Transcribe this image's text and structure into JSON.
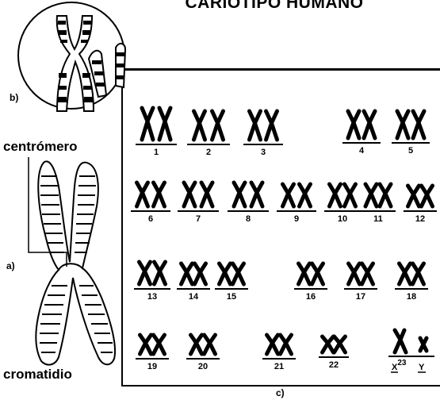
{
  "title": "CARIOTIPO HUMANO",
  "labels": {
    "centromere": "centrómero",
    "chromatid": "cromatidio",
    "a": "a)",
    "b": "b)",
    "c": "c)"
  },
  "karyotype": [
    {
      "label": "1"
    },
    {
      "label": "2"
    },
    {
      "label": "3"
    },
    {
      "label": "4"
    },
    {
      "label": "5"
    },
    {
      "label": "6"
    },
    {
      "label": "7"
    },
    {
      "label": "8"
    },
    {
      "label": "9"
    },
    {
      "label": "10"
    },
    {
      "label": "11"
    },
    {
      "label": "12"
    },
    {
      "label": "13"
    },
    {
      "label": "14"
    },
    {
      "label": "15"
    },
    {
      "label": "16"
    },
    {
      "label": "17"
    },
    {
      "label": "18"
    },
    {
      "label": "19"
    },
    {
      "label": "20"
    },
    {
      "label": "21"
    },
    {
      "label": "22"
    }
  ],
  "sex_chromosomes": {
    "x": "X",
    "x_superscript": "23",
    "y": "Y"
  }
}
